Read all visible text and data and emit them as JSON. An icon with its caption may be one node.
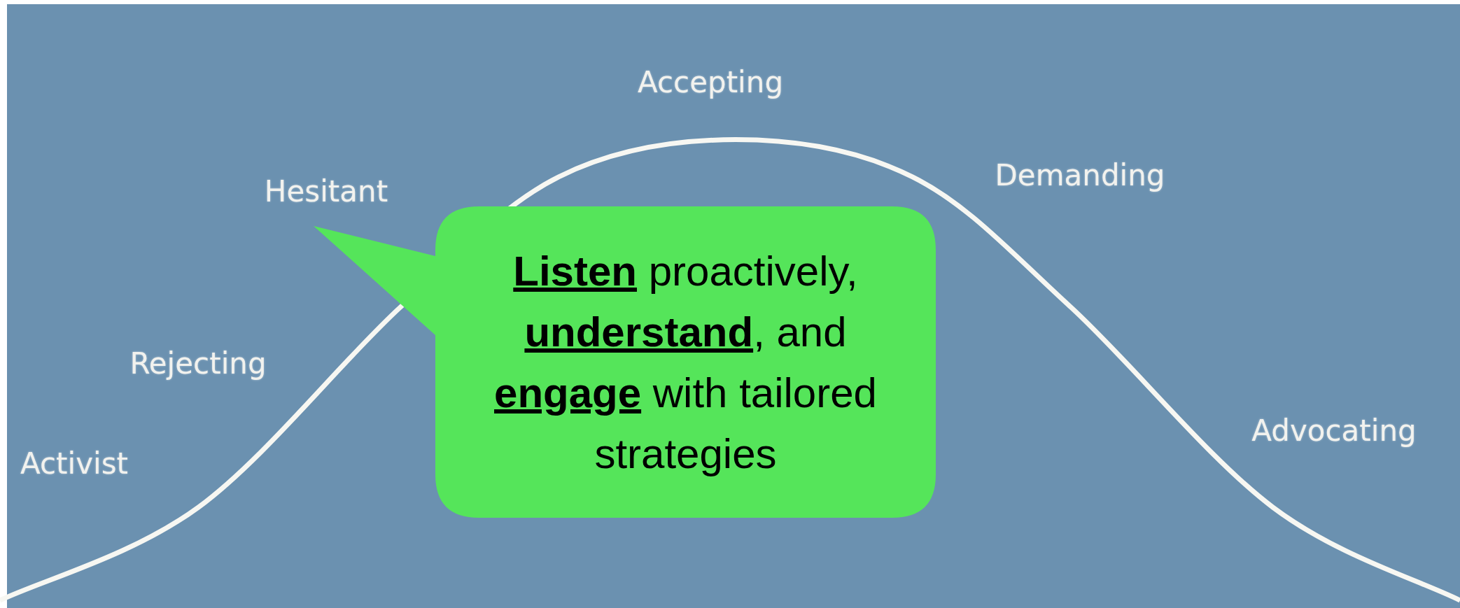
{
  "diagram": {
    "nodes": [
      {
        "text": [
          "**Listen** proactively, **understand**, and **engage** with tailored strategies"
        ]
      }
    ],
    "labels": [
      "Accepting",
      "Hesitant",
      "Demanding",
      "Rejecting",
      "Advocating",
      "Activist"
    ]
  }
}
